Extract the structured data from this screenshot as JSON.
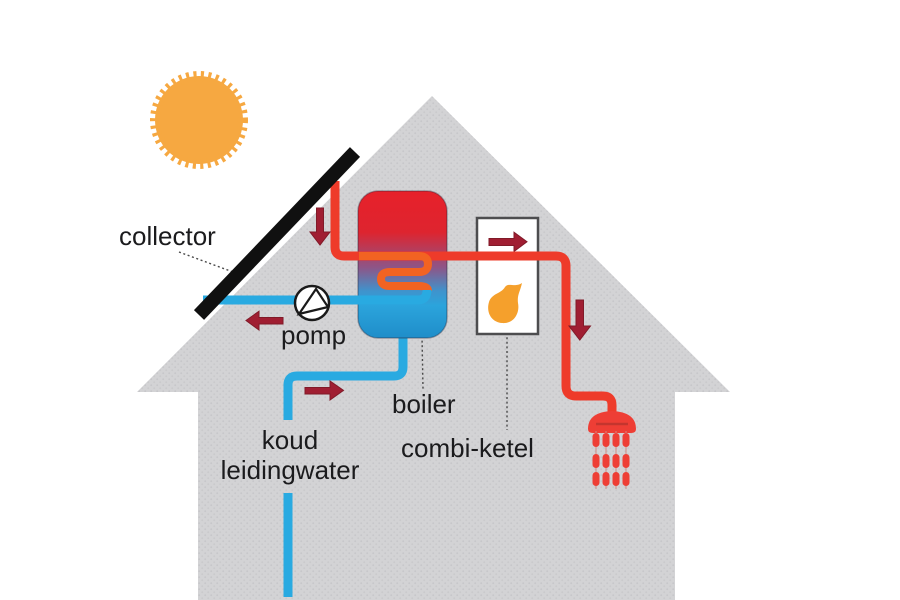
{
  "labels": {
    "collector": "collector",
    "pomp": "pomp",
    "boiler": "boiler",
    "combi_ketel": "combi-ketel",
    "koud_line1": "koud",
    "koud_line2": "leidingwater"
  },
  "icons": {
    "sun": "sun-icon",
    "collector_panel": "solar-collector-panel",
    "pump": "pump-icon",
    "flame": "flame-icon",
    "shower": "shower-head-icon",
    "flow_arrows": [
      {
        "name": "flow-arrow-down-collector",
        "direction": "down"
      },
      {
        "name": "flow-arrow-left-pump",
        "direction": "left"
      },
      {
        "name": "flow-arrow-right-coldwater",
        "direction": "right"
      },
      {
        "name": "flow-arrow-right-combiketel",
        "direction": "right"
      },
      {
        "name": "flow-arrow-down-shower",
        "direction": "down"
      }
    ]
  },
  "colors": {
    "house": "#d3d3d5",
    "house_dots": "#c6c6c9",
    "sun": "#f6a841",
    "collector": "#101010",
    "hot_pipe": "#ee3b2a",
    "cold_pipe": "#29aae1",
    "coil": "#f26322",
    "boiler_top": "#e7212a",
    "boiler_bottom": "#1f8dc9",
    "combi_border": "#4d4d4f",
    "flame": "#f5a02c",
    "flow_arrow": "#a01e32",
    "shower": "#ee3e35",
    "text": "#1b1b1d"
  }
}
